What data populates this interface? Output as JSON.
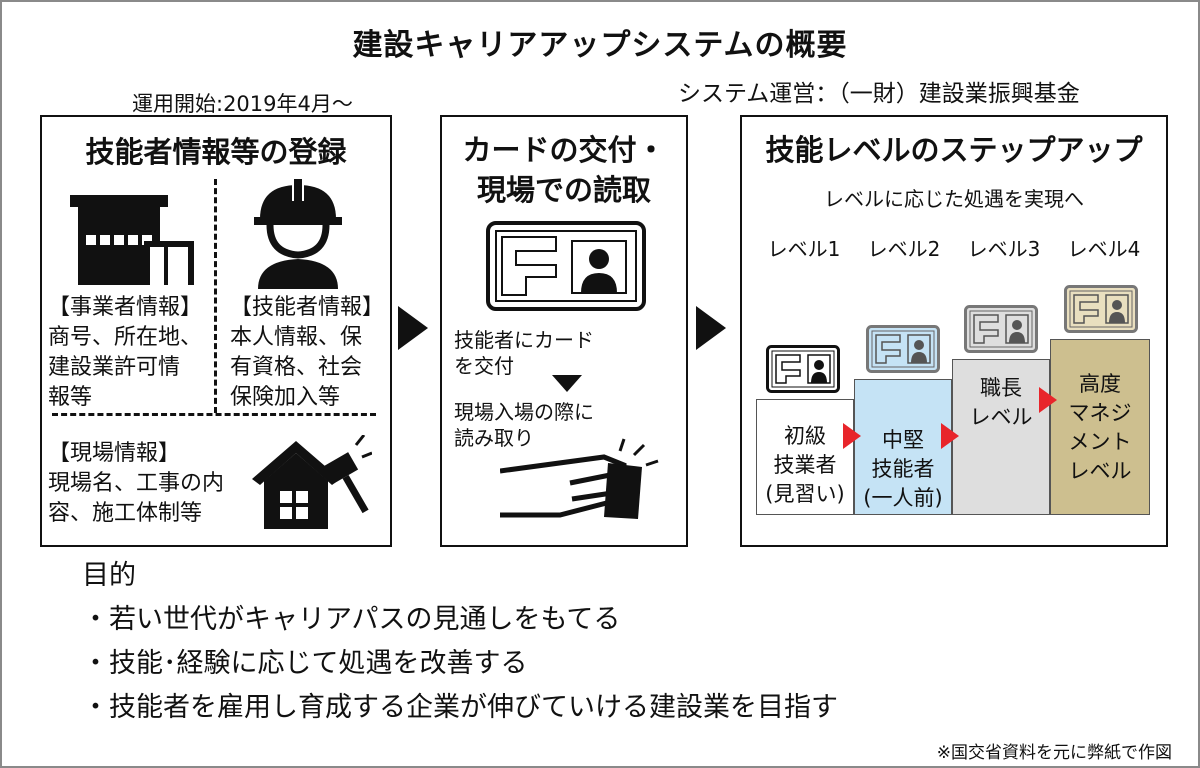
{
  "title": "建設キャリアアップシステムの概要",
  "start_date": "運用開始:2019年4月〜",
  "operator": "システム運営：（一財）建設業振興基金",
  "box1": {
    "title": "技能者情報等の登録",
    "business_info": "【事業者情報】\n商号、所在地、\n建設業許可情\n報等",
    "worker_info": "【技能者情報】\n本人情報、保\n有資格、社会\n保険加入等",
    "site_info": "【現場情報】\n現場名、工事の内\n容、施工体制等"
  },
  "box2": {
    "title_line1": "カードの交付・",
    "title_line2": "現場での読取",
    "step1": "技能者にカード\nを交付",
    "step2": "現場入場の際に\n読み取り"
  },
  "box3": {
    "title": "技能レベルのステップアップ",
    "subtitle": "レベルに応じた処遇を実現へ",
    "levels": [
      "レベル1",
      "レベル2",
      "レベル3",
      "レベル4"
    ],
    "steps": [
      {
        "text": "初級\n技業者\n(見習い)",
        "color": "#ffffff"
      },
      {
        "text": "中堅\n技能者\n(一人前)",
        "color": "#c5e3f5"
      },
      {
        "text": "職長\nレベル",
        "color": "#dedede"
      },
      {
        "text": "高度\nマネジ\nメント\nレベル",
        "color": "#cdbf8f"
      }
    ]
  },
  "purpose": {
    "heading": "目的",
    "items": [
      "・若い世代がキャリアパスの見通しをもてる",
      "・技能･経験に応じて処遇を改善する",
      "・技能者を雇用し育成する企業が伸びていける建設業を目指す"
    ]
  },
  "credit": "※国交省資料を元に弊紙で作図",
  "colors": {
    "accent_red": "#e8252b",
    "card_frame": "#444444"
  },
  "icons": [
    "office-building-icon",
    "hardhat-worker-icon",
    "house-hammer-icon",
    "id-card-icon",
    "card-reader-icon"
  ]
}
